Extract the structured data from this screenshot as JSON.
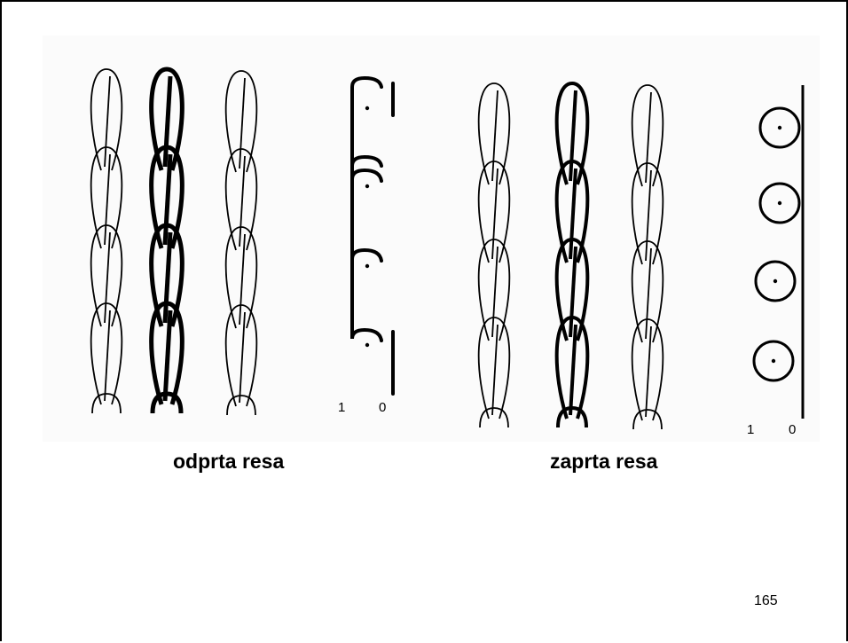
{
  "slide": {
    "page_number": "165"
  },
  "diagrams": [
    {
      "id": "open",
      "caption": "odprta resa",
      "notation_labels": [
        "1",
        "0"
      ]
    },
    {
      "id": "closed",
      "caption": "zaprta resa",
      "notation_labels": [
        "1",
        "0"
      ]
    }
  ],
  "colors": {
    "ink": "#000000",
    "background": "#ffffff"
  }
}
